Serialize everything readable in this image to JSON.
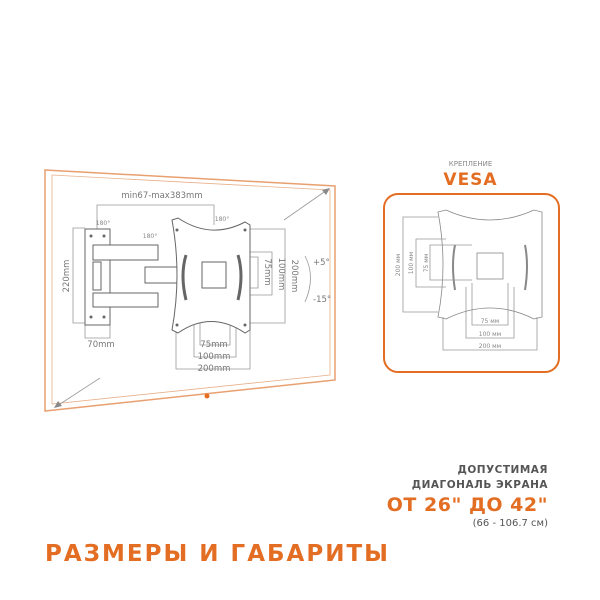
{
  "colors": {
    "accent": "#e36d22",
    "line": "#999999"
  },
  "mount_diagram": {
    "arm_extension": "min67-max383mm",
    "wall_plate_height": "220mm",
    "wall_plate_width": "70mm",
    "swivel_badge": "180°",
    "vesa_h_small": "75mm",
    "vesa_h_mid": "100mm",
    "vesa_h_large": "200mm",
    "vesa_v_small": "75mm",
    "vesa_v_mid": "100mm",
    "vesa_v_large": "200mm",
    "tilt_up": "+5°",
    "tilt_down": "-15°"
  },
  "vesa": {
    "caption": "КРЕПЛЕНИЕ",
    "title": "VESA",
    "v_large": "200 мм",
    "v_mid": "100 мм",
    "v_small": "75 мм",
    "h_small": "75 мм",
    "h_mid": "100 мм",
    "h_large": "200 мм"
  },
  "diagonal": {
    "label_line1": "ДОПУСТИМАЯ",
    "label_line2": "ДИАГОНАЛЬ ЭКРАНА",
    "range": "ОТ 26\" ДО 42\"",
    "range_cm": "(66 - 106.7 см)"
  },
  "section_title": "РАЗМЕРЫ И ГАБАРИТЫ"
}
